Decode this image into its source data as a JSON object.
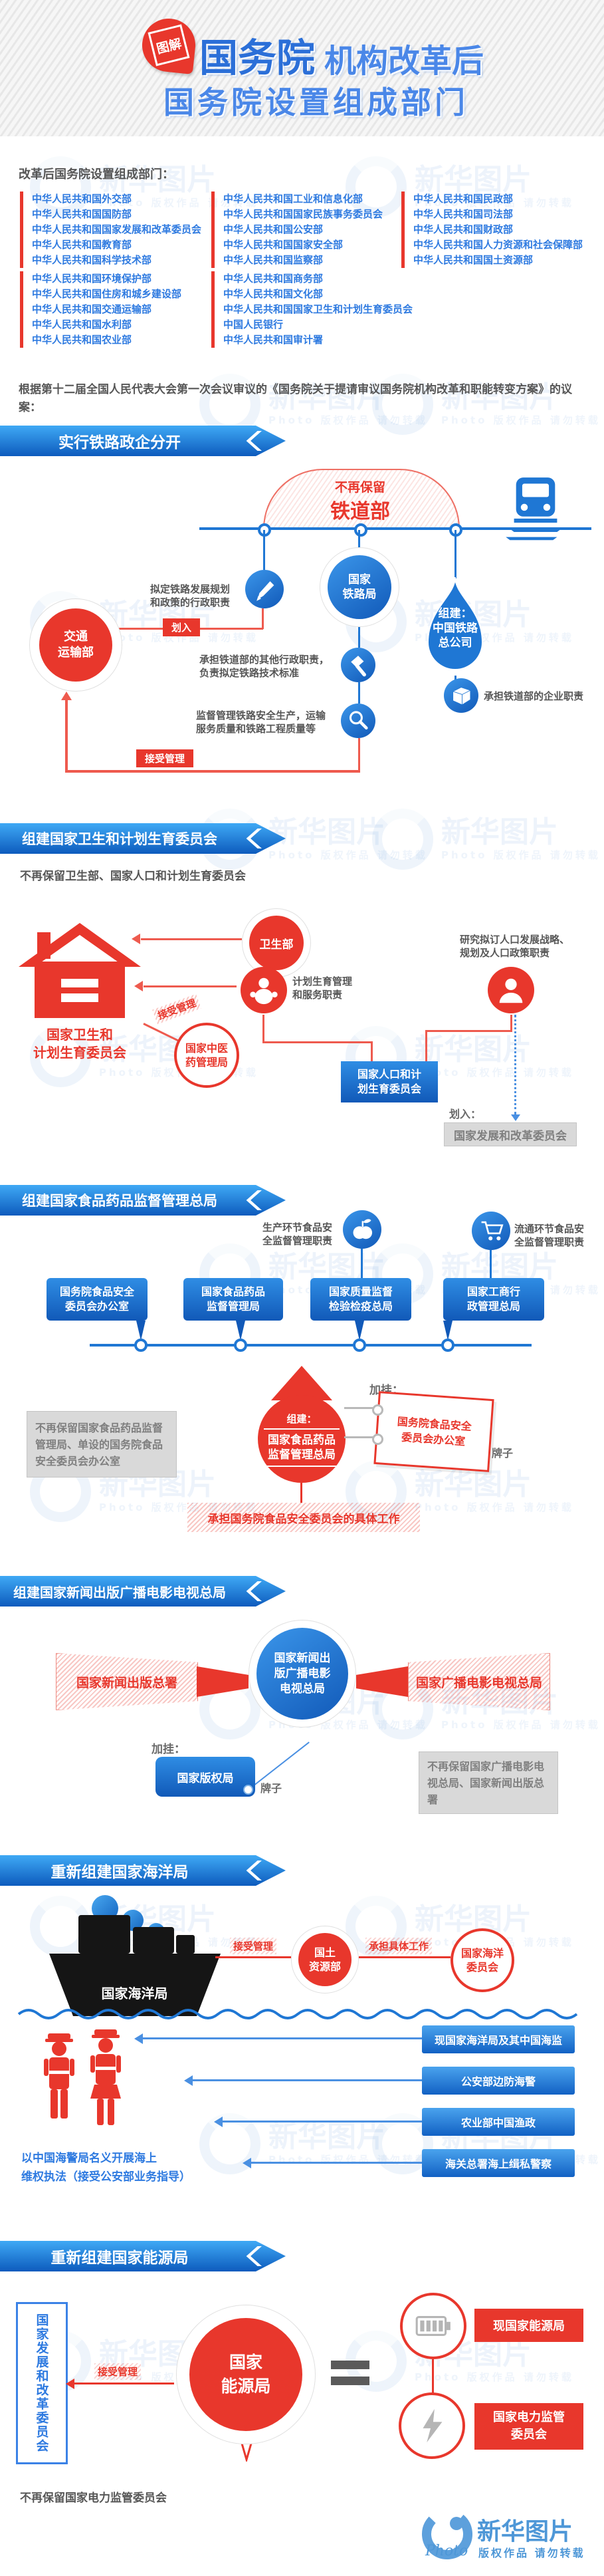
{
  "watermark": {
    "brand": "新华图片",
    "script": "Photo",
    "notice": "版权作品 请勿转载"
  },
  "header": {
    "badge": "图解",
    "title_strong": "国务院",
    "title_rest": "机构改革后",
    "title_line2": "国务院设置组成部门"
  },
  "departments": {
    "heading": "改革后国务院设置组成部门：",
    "groups": [
      [
        "中华人民共和国外交部",
        "中华人民共和国国防部",
        "中华人民共和国国家发展和改革委员会",
        "中华人民共和国教育部",
        "中华人民共和国科学技术部"
      ],
      [
        "中华人民共和国工业和信息化部",
        "中华人民共和国国家民族事务委员会",
        "中华人民共和国公安部",
        "中华人民共和国国家安全部",
        "中华人民共和国监察部"
      ],
      [
        "中华人民共和国民政部",
        "中华人民共和国司法部",
        "中华人民共和国财政部",
        "中华人民共和国人力资源和社会保障部",
        "中华人民共和国国土资源部"
      ],
      [
        "中华人民共和国环境保护部",
        "中华人民共和国住房和城乡建设部",
        "中华人民共和国交通运输部",
        "中华人民共和国水利部",
        "中华人民共和国农业部"
      ],
      [
        "中华人民共和国商务部",
        "中华人民共和国文化部",
        "中华人民共和国国家卫生和计划生育委员会",
        "中国人民银行",
        "中华人民共和国审计署"
      ]
    ]
  },
  "intro": "根据第十二届全国人民代表大会第一次会议审议的《国务院关于提请审议国务院机构改革和职能转变方案》的议案：",
  "railway": {
    "banner": "实行铁路政企分开",
    "not_retain": "不再保留",
    "abolished": "铁道部",
    "mot": [
      "交通",
      "运输部"
    ],
    "huaru": "划入",
    "duty_planning": "拟定铁路发展规划和政策的行政职责",
    "nra": [
      "国家",
      "铁路局"
    ],
    "crc": [
      "组建：",
      "中国铁路",
      "总公司"
    ],
    "duty_admin": "承担铁道部的其他行政职责，负责拟定铁路技术标准",
    "duty_supervise": "监督管理铁路安全生产，运输服务质量和铁路工程质量等",
    "accept": "接受管理",
    "duty_enterprise": "承担铁道部的企业职责"
  },
  "health": {
    "banner": "组建国家卫生和计划生育委员会",
    "note": "不再保留卫生部、国家人口和计划生育委员会",
    "nhfpc": [
      "国家卫生和",
      "计划生育委员会"
    ],
    "moh": "卫生部",
    "fp_duty": "计划生育管理和服务职责",
    "pop_duty": "研究拟订人口发展战略、规划及人口政策职责",
    "accept": "接受管理",
    "tcm": [
      "国家中医",
      "药管理局"
    ],
    "npfpc": [
      "国家人口和计",
      "划生育委员会"
    ],
    "huaru": "划入：",
    "ndrc": "国家发展和改革委员会"
  },
  "food": {
    "banner": "组建国家食品药品监督管理总局",
    "production_duty": "生产环节食品安全监督管理职责",
    "circulation_duty": "流通环节食品安全监督管理职责",
    "sources": [
      [
        "国务院食品安全",
        "委员会办公室"
      ],
      [
        "国家食品药品",
        "监督管理局"
      ],
      [
        "国家质量监督",
        "检验检疫总局"
      ],
      [
        "国家工商行",
        "政管理总局"
      ]
    ],
    "form_label": "组建：",
    "cfda": [
      "国家食品药品",
      "监督管理总局"
    ],
    "jiagua": "加挂：",
    "plate": [
      "国务院食品安全",
      "委员会办公室"
    ],
    "plate_word": "牌子",
    "note": "不再保留国家食品药品监督管理局、单设的国务院食品安全委员会办公室",
    "work_note": "承担国务院食品安全委员会的具体工作"
  },
  "media": {
    "banner": "组建国家新闻出版广播电影电视总局",
    "gapp": "国家新闻出版总署",
    "sarft": "国家广播电影电视总局",
    "center": [
      "国家新闻出",
      "版广播电影",
      "电视总局"
    ],
    "jiagua": "加挂：",
    "copyright_office": "国家版权局",
    "plate_word": "牌子",
    "note": "不再保留国家广播电影电视总局、国家新闻出版总署"
  },
  "ocean": {
    "banner": "重新组建国家海洋局",
    "soa": "国家海洋局",
    "accept": "接受管理",
    "mlr": [
      "国土",
      "资源部"
    ],
    "specific": "承担具体工作",
    "commission": [
      "国家海洋",
      "委员会"
    ],
    "sources": [
      "现国家海洋局及其中国海监",
      "公安部边防海警",
      "农业部中国渔政",
      "海关总署海上缉私警察"
    ],
    "coast_note": [
      "以中国海警局名义开展海上",
      "维权执法（接受公安部业务指导）"
    ]
  },
  "energy": {
    "banner": "重新组建国家能源局",
    "ndrc": "国家发展和改革委员会",
    "accept": "接受管理",
    "nea": [
      "国家",
      "能源局"
    ],
    "current": "现国家能源局",
    "serc": [
      "国家电力监管",
      "委员会"
    ],
    "note": "不再保留国家电力监管委员会"
  },
  "footer": {
    "brand": "新华图片",
    "script": "Photo",
    "notice": "版权作品 请勿转载"
  },
  "colors": {
    "blue_text": "#2e7ae0",
    "line_blue": "#1f77d4",
    "red": "#e8372c",
    "gray_text": "#565656"
  }
}
